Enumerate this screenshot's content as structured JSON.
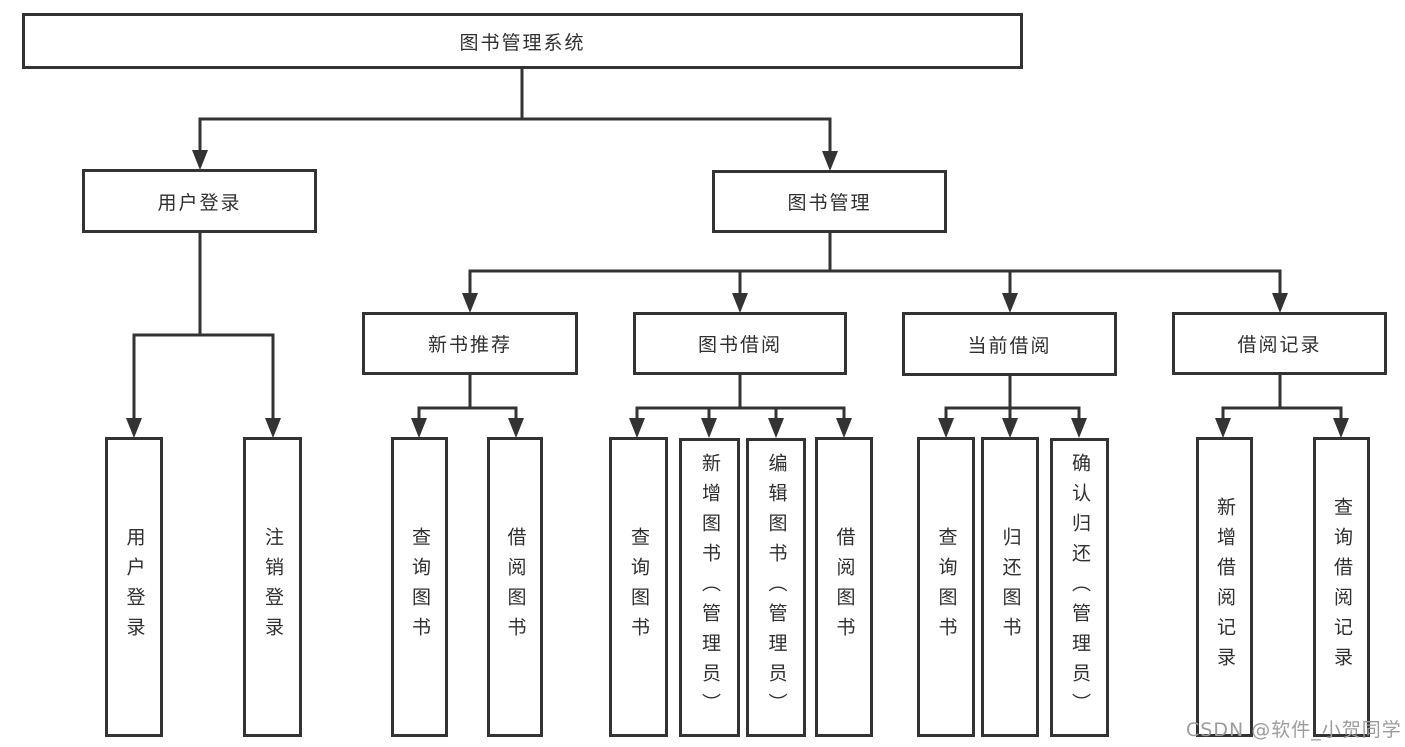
{
  "diagram": {
    "root": {
      "label": "图书管理系统"
    },
    "branches": [
      {
        "label": "用户登录",
        "children": [
          {
            "label": "用户登录"
          },
          {
            "label": "注销登录"
          }
        ]
      },
      {
        "label": "图书管理",
        "children": [
          {
            "label": "新书推荐",
            "children": [
              {
                "label": "查询图书"
              },
              {
                "label": "借阅图书"
              }
            ]
          },
          {
            "label": "图书借阅",
            "children": [
              {
                "label": "查询图书"
              },
              {
                "label": "新增图书（管理员）"
              },
              {
                "label": "编辑图书（管理员）"
              },
              {
                "label": "借阅图书"
              }
            ]
          },
          {
            "label": "当前借阅",
            "children": [
              {
                "label": "查询图书"
              },
              {
                "label": "归还图书"
              },
              {
                "label": "确认归还（管理员）"
              }
            ]
          },
          {
            "label": "借阅记录",
            "children": [
              {
                "label": "新增借阅记录"
              },
              {
                "label": "查询借阅记录"
              }
            ]
          }
        ]
      }
    ]
  },
  "watermark": {
    "text": "CSDN @软件_小贺同学"
  },
  "colors": {
    "line": "#333333",
    "text": "#2f2f2f",
    "watermark": "#9c9c9c",
    "background": "#ffffff"
  }
}
